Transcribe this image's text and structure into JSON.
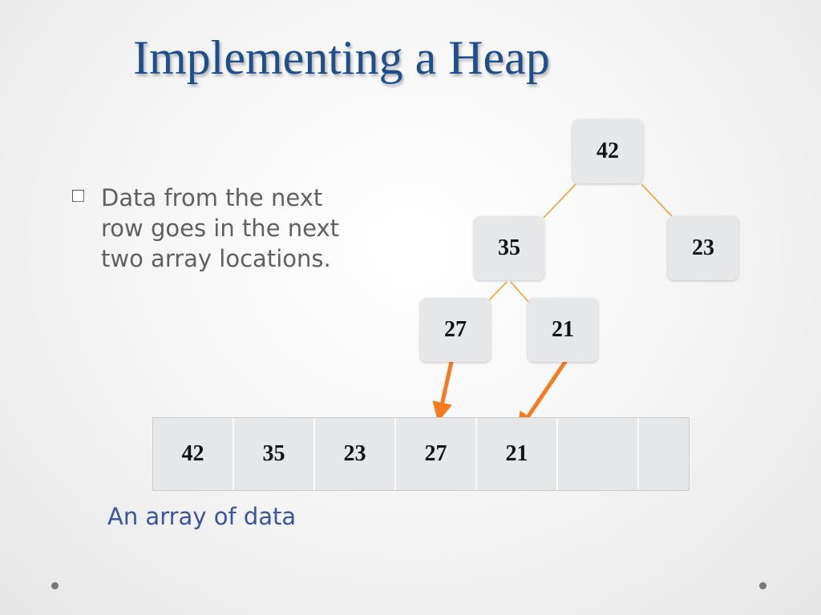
{
  "slide": {
    "title": "Implementing a Heap",
    "bullet": "Data from the next row goes in the next two array locations.",
    "caption": "An array of data"
  },
  "tree": {
    "nodes": [
      {
        "id": "root",
        "value": "42"
      },
      {
        "id": "left",
        "value": "35"
      },
      {
        "id": "right",
        "value": "23"
      },
      {
        "id": "left-left",
        "value": "27"
      },
      {
        "id": "left-right",
        "value": "21"
      }
    ],
    "edges": [
      [
        "root",
        "left"
      ],
      [
        "root",
        "right"
      ],
      [
        "left",
        "left-left"
      ],
      [
        "left",
        "left-right"
      ]
    ]
  },
  "array": {
    "cells": [
      "42",
      "35",
      "23",
      "27",
      "21",
      "",
      ""
    ]
  },
  "arrows": [
    {
      "from": "27",
      "to_cell_index": 3
    },
    {
      "from": "21",
      "to_cell_index": 4
    }
  ],
  "colors": {
    "title": "#1f4e8c",
    "tree_edge": "#f39a2a",
    "arrow": "#f47b20",
    "node_fill": "#e5e7e9",
    "caption": "#3a53a4"
  }
}
